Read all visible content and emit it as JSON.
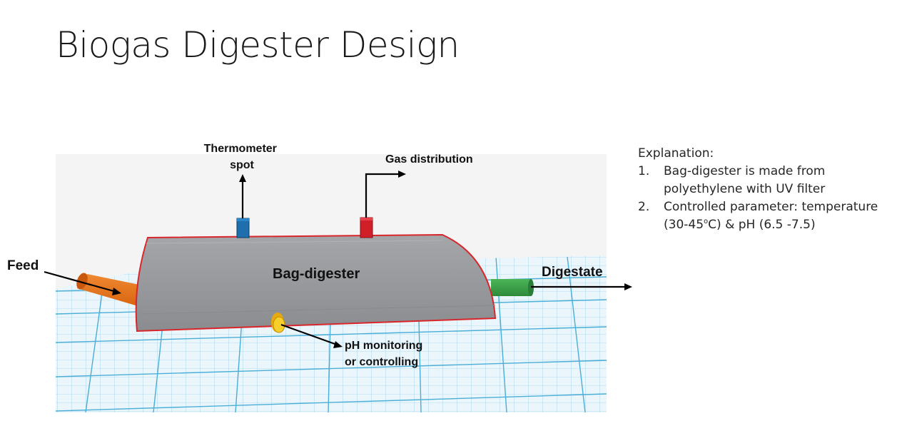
{
  "title": "Biogas Digester Design",
  "diagram": {
    "labels": {
      "feed": "Feed",
      "thermometer_line1": "Thermometer",
      "thermometer_line2": "spot",
      "gas": "Gas distribution",
      "bag": "Bag-digester",
      "digestate": "Digestate",
      "ph_line1": "pH monitoring",
      "ph_line2": "or controlling"
    },
    "colors": {
      "bag_body": "#9c9ea1",
      "bag_outline": "#d8262b",
      "feed_pipe": "#e8741e",
      "digestate_pipe": "#3aa047",
      "thermometer_port": "#1f6fae",
      "gas_port": "#d11f2a",
      "ph_port": "#f2c21b",
      "grid_line": "#5fb7db"
    }
  },
  "explanation": {
    "heading": "Explanation:",
    "items": [
      {
        "num": "1.",
        "text": "Bag-digester  is made from polyethylene with UV filter"
      },
      {
        "num": "2.",
        "text_pre": "Controlled parameter: temperature (30-45",
        "sup": "o",
        "text_post": "C) & pH (6.5 -7.5)"
      }
    ]
  }
}
